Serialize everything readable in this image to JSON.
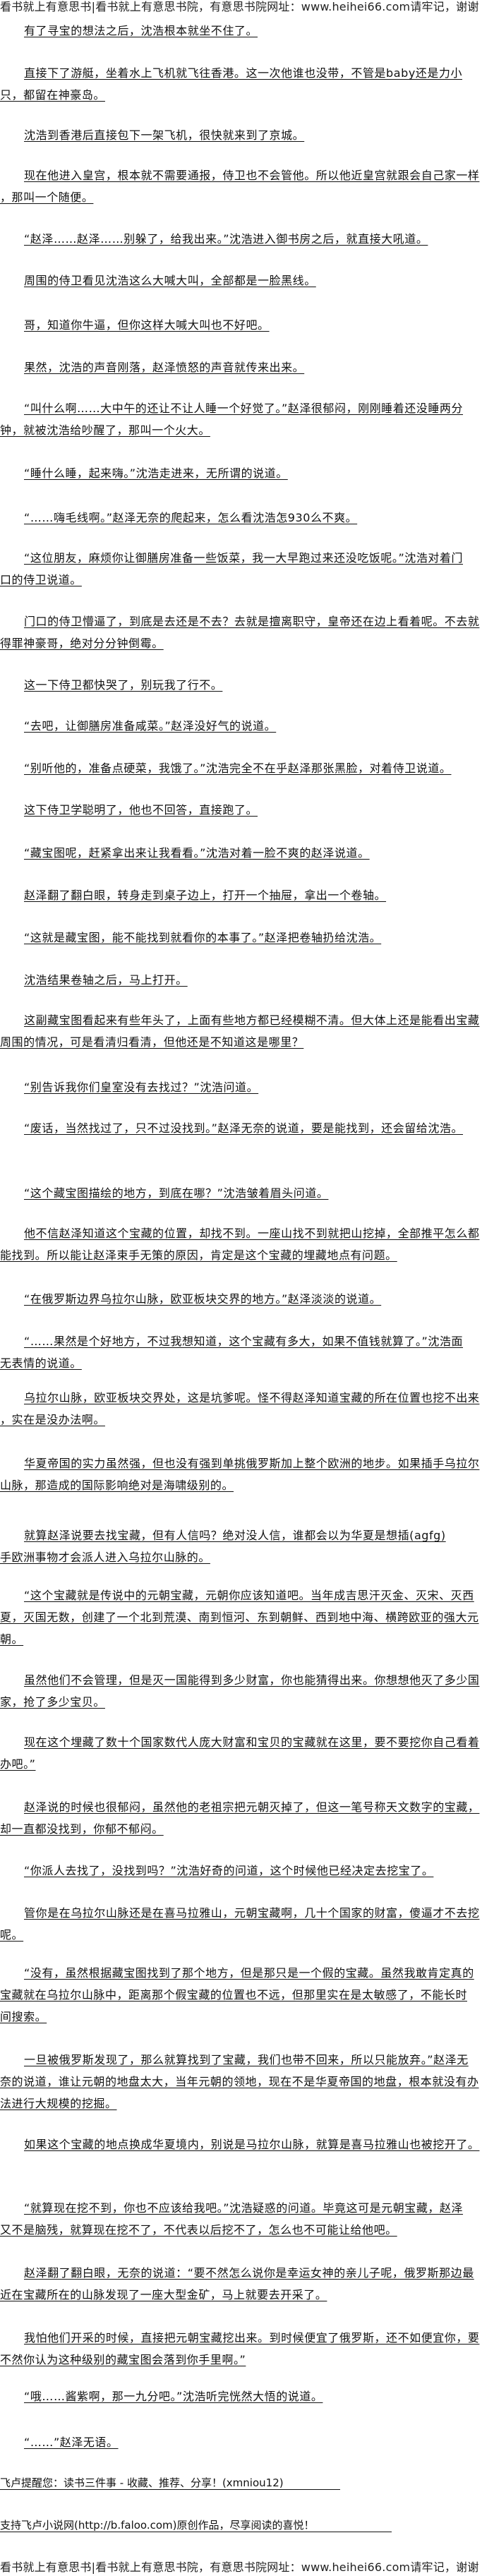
{
  "banner_top": "看书就上有意思书|看书就上有意思书院，有意思书院网址：www.heihei66.com请牢记，谢谢",
  "banner_bottom": "看书就上有意思书|看书就上有意思书院，有意思书院网址：www.heihei66.com请牢记，谢谢",
  "paragraphs": [
    {
      "lines": [
        "有了寻宝的想法之后，沈浩根本就坐不住了。"
      ]
    },
    {
      "lines": [
        "直接下了游艇，坐着水上飞机就飞往香港。这一次他谁也没带，不管是baby还是力小",
        "只，都留在神豪岛。"
      ]
    },
    {
      "lines": [
        "沈浩到香港后直接包下一架飞机，很快就来到了京城。"
      ]
    },
    {
      "lines": [
        "现在他进入皇宫，根本就不需要通报，侍卫也不会管他。所以他近皇宫就跟会自己家一样",
        "，那叫一个随便。"
      ]
    },
    {
      "lines": [
        "“赵泽……赵泽……别躲了，给我出来。”沈浩进入御书房之后，就直接大吼道。"
      ]
    },
    {
      "lines": [
        "周围的侍卫看见沈浩这么大喊大叫，全部都是一脸黑线。"
      ]
    },
    {
      "lines": [
        "哥，知道你牛逼，但你这样大喊大叫也不好吧。"
      ]
    },
    {
      "lines": [
        "果然，沈浩的声音刚落，赵泽愤怒的声音就传来出来。"
      ]
    },
    {
      "lines": [
        "“叫什么啊……大中午的还让不让人睡一个好觉了。”赵泽很郁闷，刚刚睡着还没睡两分",
        "钟，就被沈浩给吵醒了，那叫一个火大。"
      ]
    },
    {
      "lines": [
        "“睡什么睡，起来嗨。”沈浩走进来，无所谓的说道。"
      ]
    },
    {
      "lines": [
        "“……嗨毛线啊。”赵泽无奈的爬起来，怎么看沈浩怎930么不爽。"
      ]
    },
    {
      "lines": [
        "“这位朋友，麻烦你让御膳房准备一些饭菜，我一大早跑过来还没吃饭呢。”沈浩对着门",
        "口的侍卫说道。"
      ]
    },
    {
      "lines": [
        "门口的侍卫懵逼了，到底是去还是不去？去就是擅离职守，皇帝还在边上看着呢。不去就",
        "得罪神豪哥，绝对分分钟倒霉。"
      ]
    },
    {
      "lines": [
        "这一下侍卫都快哭了，别玩我了行不。"
      ]
    },
    {
      "lines": [
        "“去吧，让御膳房准备咸菜。”赵泽没好气的说道。"
      ]
    },
    {
      "lines": [
        "“别听他的，准备点硬菜，我饿了。”沈浩完全不在乎赵泽那张黑脸，对着侍卫说道。"
      ]
    },
    {
      "lines": [
        "这下侍卫学聪明了，他也不回答，直接跑了。"
      ]
    },
    {
      "lines": [
        "“藏宝图呢，赶紧拿出来让我看看。”沈浩对着一脸不爽的赵泽说道。"
      ]
    },
    {
      "lines": [
        "赵泽翻了翻白眼，转身走到桌子边上，打开一个抽屉，拿出一个卷轴。"
      ]
    },
    {
      "lines": [
        "“这就是藏宝图，能不能找到就看你的本事了。”赵泽把卷轴扔给沈浩。"
      ]
    },
    {
      "lines": [
        "沈浩结果卷轴之后，马上打开。"
      ]
    },
    {
      "lines": [
        "这副藏宝图看起来有些年头了，上面有些地方都已经模糊不清。但大体上还是能看出宝藏",
        "周围的情况，可是看清归看清，但他还是不知道这是哪里？"
      ]
    },
    {
      "lines": [
        "“别告诉我你们皇室没有去找过？”沈浩问道。"
      ]
    },
    {
      "lines": [
        "“废话，当然找过了，只不过没找到。”赵泽无奈的说道，要是能找到，还会留给沈浩。"
      ]
    },
    {
      "lines": [
        "“这个藏宝图描绘的地方，到底在哪？”沈浩皱着眉头问道。"
      ]
    },
    {
      "lines": [
        "他不信赵泽知道这个宝藏的位置，却找不到。一座山找不到就把山挖掉，全部推平怎么都",
        "能找到。所以能让赵泽束手无策的原因，肯定是这个宝藏的埋藏地点有问题。"
      ]
    },
    {
      "lines": [
        "“在俄罗斯边界乌拉尔山脉，欧亚板块交界的地方。”赵泽淡淡的说道。"
      ]
    },
    {
      "lines": [
        "“……果然是个好地方，不过我想知道，这个宝藏有多大，如果不值钱就算了。”沈浩面",
        "无表情的说道。"
      ]
    },
    {
      "lines": [
        "乌拉尔山脉，欧亚板块交界处，这是坑爹呢。怪不得赵泽知道宝藏的所在位置也挖不出来",
        "，实在是没办法啊。"
      ]
    },
    {
      "lines": [
        "华夏帝国的实力虽然强，但也没有强到单挑俄罗斯加上整个欧洲的地步。如果插手乌拉尔",
        "山脉，那造成的国际影响绝对是海啸级别的。"
      ]
    },
    {
      "lines": [
        "就算赵泽说要去找宝藏，但有人信吗？绝对没人信，谁都会以为华夏是想插(agfg)",
        "手欧洲事物才会派人进入乌拉尔山脉的。"
      ]
    },
    {
      "lines": [
        "“这个宝藏就是传说中的元朝宝藏，元朝你应该知道吧。当年成吉思汗灭金、灭宋、灭西",
        "夏，灭国无数，创建了一个北到荒漠、南到恒河、东到朝鲜、西到地中海、横跨欧亚的强大元",
        "朝。"
      ]
    },
    {
      "lines": [
        "虽然他们不会管理，但是灭一国能得到多少财富，你也能猜得出来。你想想他灭了多少国",
        "家，抢了多少宝贝。"
      ]
    },
    {
      "lines": [
        "现在这个埋藏了数十个国家数代人庞大财富和宝贝的宝藏就在这里，要不要挖你自己看着",
        "办吧。”"
      ]
    },
    {
      "lines": [
        "赵泽说的时候也很郁闷，虽然他的老祖宗把元朝灭掉了，但这一笔号称天文数字的宝藏，",
        "却一直都没找到，你郁不郁闷。"
      ]
    },
    {
      "lines": [
        "“你派人去找了，没找到吗？”沈浩好奇的问道，这个时候他已经决定去挖宝了。"
      ]
    },
    {
      "lines": [
        "管你是在乌拉尔山脉还是在喜马拉雅山，元朝宝藏啊，几十个国家的财富，傻逼才不去挖",
        "呢。"
      ]
    },
    {
      "lines": [
        "“没有，虽然根据藏宝图找到了那个地方，但是那只是一个假的宝藏。虽然我敢肯定真的",
        "宝藏就在乌拉尔山脉中，距离那个假宝藏的位置也不远，但那里实在是太敏感了，不能长时",
        "间搜索。"
      ]
    },
    {
      "lines": [
        "一旦被俄罗斯发现了，那么就算找到了宝藏，我们也带不回来，所以只能放弃。”赵泽无",
        "奈的说道，谁让元朝的地盘太大，当年元朝的领地，现在不是华夏帝国的地盘，根本就没有办",
        "法进行大规模的挖掘。"
      ]
    },
    {
      "lines": [
        "如果这个宝藏的地点换成华夏境内，别说是马拉尔山脉，就算是喜马拉雅山也被挖开了。"
      ]
    },
    {
      "lines": [
        "“就算现在挖不到，你也不应该给我吧。”沈浩疑惑的问道。毕竟这可是元朝宝藏，赵泽",
        "又不是脑残，就算现在挖不了，不代表以后挖不了，怎么也不可能让给他吧。"
      ]
    },
    {
      "lines": [
        "赵泽翻了翻白眼，无奈的说道：“要不然怎么说你是幸运女神的亲儿子呢，俄罗斯那边最",
        "近在宝藏所在的山脉发现了一座大型金矿，马上就要去开采了。"
      ]
    },
    {
      "lines": [
        "我怕他们开采的时候，直接把元朝宝藏挖出来。到时候便宜了俄罗斯，还不如便宜你，要",
        "不然你认为这种级别的藏宝图会落到你手里啊。”"
      ]
    },
    {
      "lines": [
        "“哦……酱紫啊，那一九分吧。”沈浩听完恍然大悟的说道。"
      ]
    },
    {
      "lines": [
        "“……”赵泽无语。"
      ]
    }
  ],
  "footer_notes": [
    "飞卢提醒您：读书三件事 - 收藏、推荐、分享！(xmniou12)",
    "支持飞卢小说网(http://b.faloo.com)原创作品，尽享阅读的喜悦！"
  ]
}
